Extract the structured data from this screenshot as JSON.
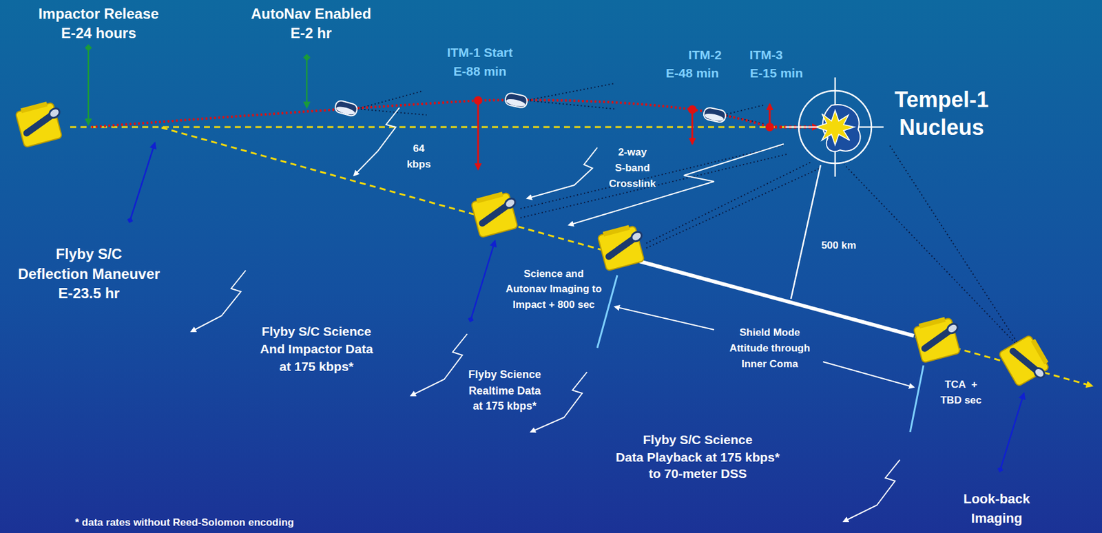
{
  "diagram": {
    "nodes": [
      {
        "text": [
          "Tempel-1 Nucleus"
        ]
      }
    ],
    "labels": [
      "Impactor Release",
      "E-24 hours",
      "AutoNav Enabled",
      "E-2 hr",
      "ITM-1 Start",
      "E-88 min",
      "ITM-2",
      "E-48 min",
      "ITM-3",
      "E-15 min",
      "64",
      "kbps",
      "2-way",
      "S-band",
      "Crosslink",
      "Flyby S/C",
      "Deflection Maneuver",
      "E-23.5 hr",
      "500 km",
      "Science and",
      "Autonav Imaging to",
      "Impact + 800 sec",
      "Shield Mode",
      "Attitude through",
      "Inner Coma",
      "Flyby S/C Science",
      "And Impactor Data",
      "at 175 kbps*",
      "Flyby Science",
      "Realtime Data",
      "at 175 kbps*",
      "TCA  +",
      "TBD sec",
      "Flyby S/C Science",
      "Data Playback at 175 kbps*",
      "to 70-meter DSS",
      "Look-back",
      "Imaging",
      "* data rates without Reed-Solomon encoding"
    ]
  }
}
